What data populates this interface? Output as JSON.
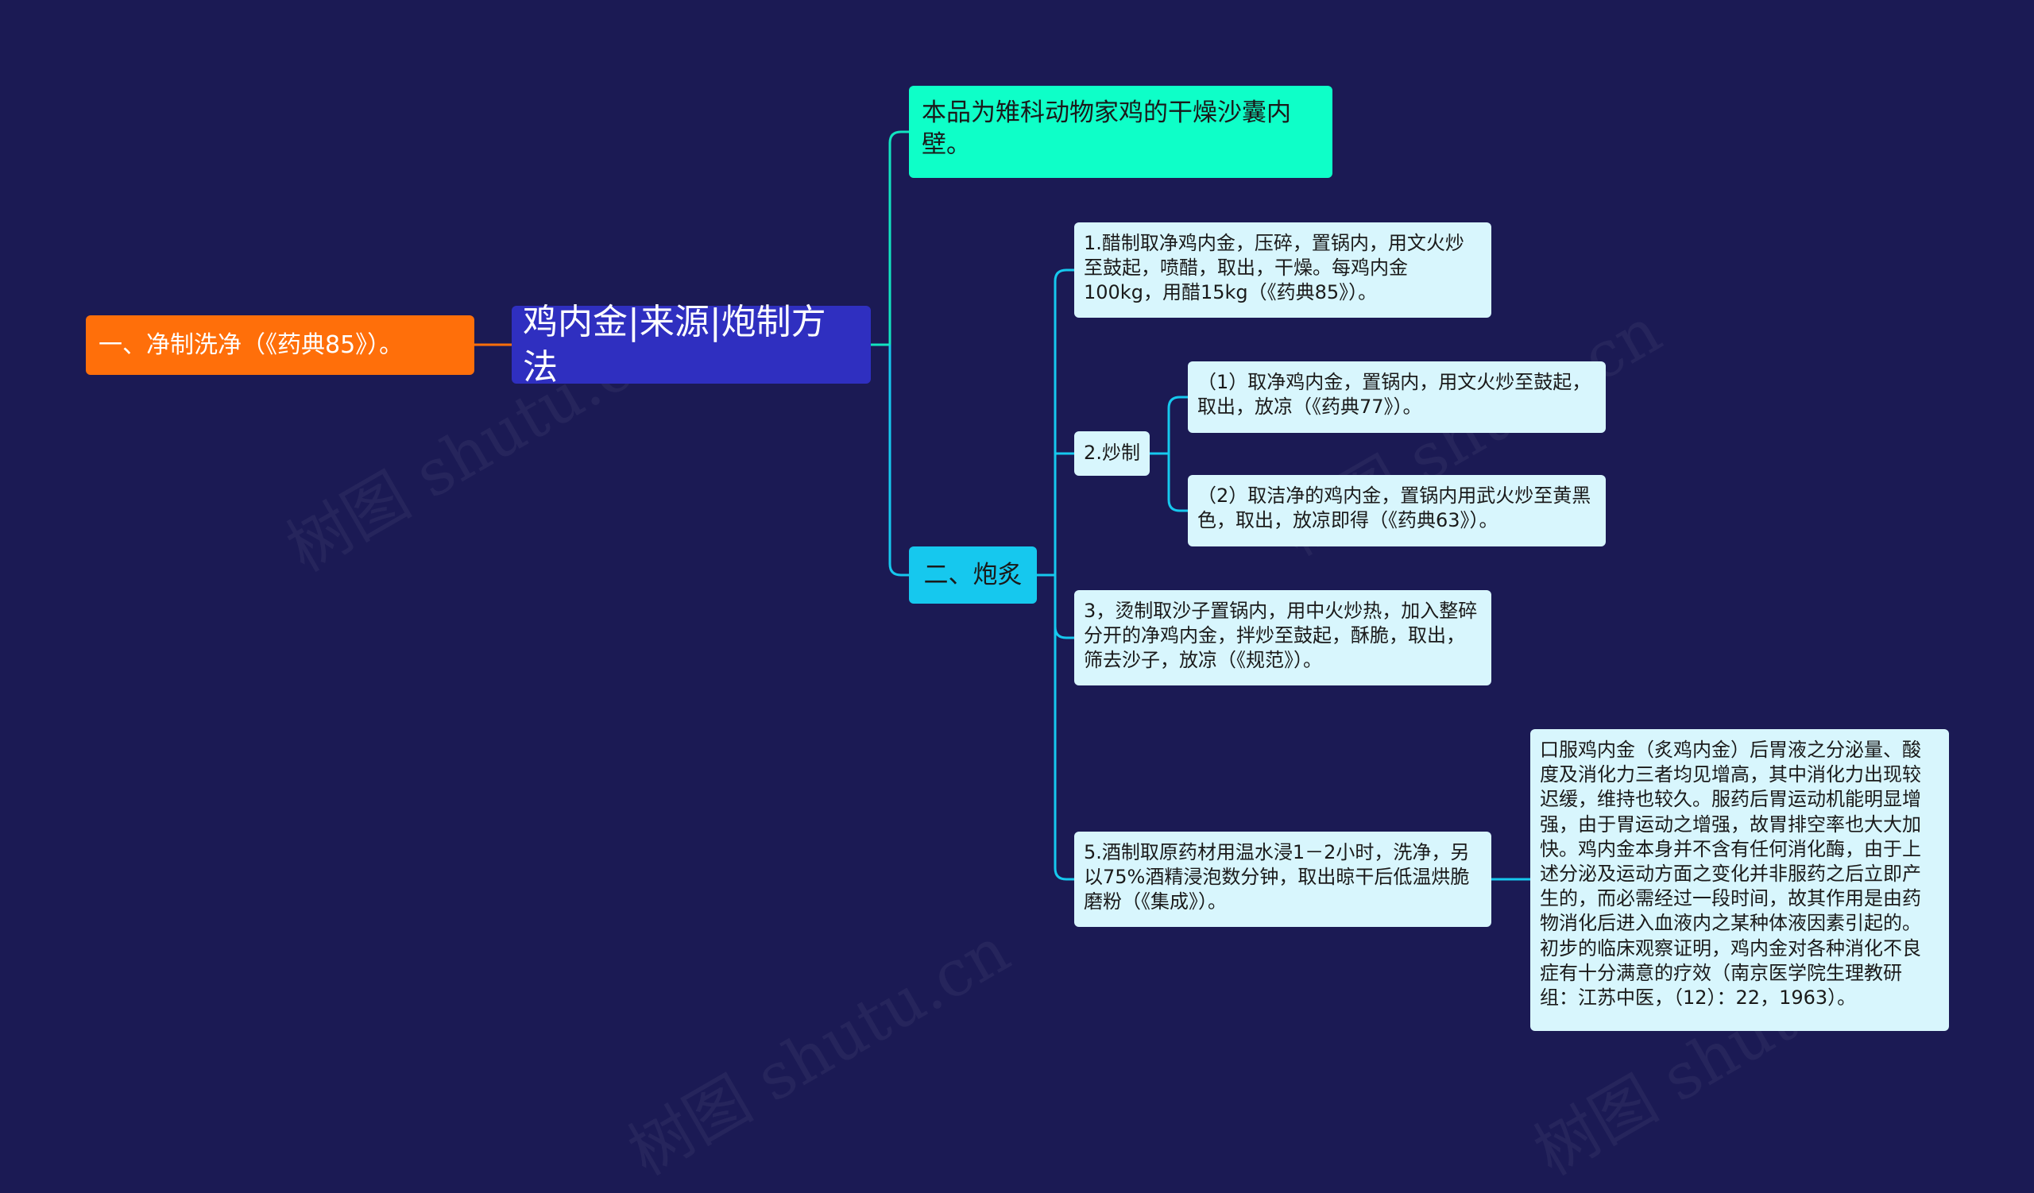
{
  "mindmap": {
    "root": "鸡内金|来源|炮制方法",
    "left_branch": "一、净制洗净（《药典85》）。",
    "intro": "本品为雉科动物家鸡的干燥沙囊内壁。",
    "branch2": "二、炮炙",
    "vinegar": "1.醋制取净鸡内金，压碎，置锅内，用文火炒至鼓起，喷醋，取出，干燥。每鸡内金100kg，用醋15kg（《药典85》）。",
    "stir_fry": "2.炒制",
    "stir_fry_1": "（1）取净鸡内金，置锅内，用文火炒至鼓起，取出，放凉（《药典77》）。",
    "stir_fry_2": "（2）取洁净的鸡内金，置锅内用武火炒至黄黑色，取出，放凉即得（《药典63》）。",
    "sand_scald": "3，烫制取沙子置锅内，用中火炒热，加入整碎分开的净鸡内金，拌炒至鼓起，酥脆，取出，筛去沙子，放凉（《规范》）。",
    "wine": "5.酒制取原药材用温水浸1－2小时，洗净，另以75%酒精浸泡数分钟，取出晾干后低温烘脆磨粉（《集成》）。",
    "pharmacology": "口服鸡内金（炙鸡内金）后胃液之分泌量、酸度及消化力三者均见增高，其中消化力出现较迟缓，维持也较久。服药后胃运动机能明显增强，由于胃运动之增强，故胃排空率也大大加快。鸡内金本身并不含有任何消化酶，由于上述分泌及运动方面之变化并非服药之后立即产生的，而必需经过一段时间，故其作用是由药物消化后进入血液内之某种体液因素引起的。初步的临床观察证明，鸡内金对各种消化不良症有十分满意的疗效（南京医学院生理教研组：江苏中医，（12）：22，1963）。"
  },
  "watermark": "树图 shutu.cn",
  "colors": {
    "background": "#1b1a54",
    "root": "#2f2fc0",
    "left_branch": "#ff6f0a",
    "intro": "#0effc8",
    "branch2": "#16c8ee",
    "leaf": "#d8f6fd"
  }
}
